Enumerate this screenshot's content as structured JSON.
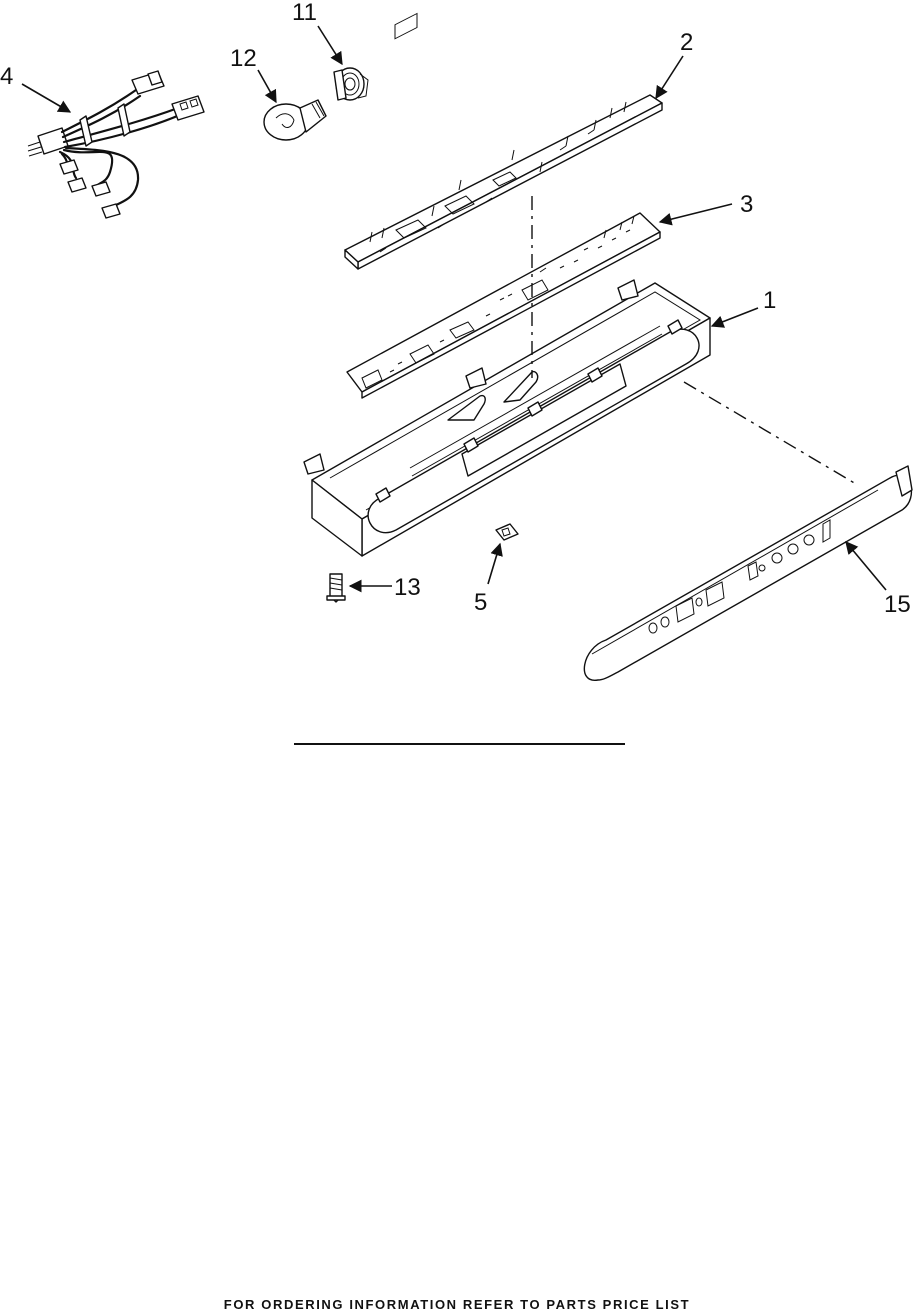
{
  "callouts": {
    "c1": "1",
    "c2": "2",
    "c3": "3",
    "c4": "4",
    "c5": "5",
    "c11": "11",
    "c12": "12",
    "c13": "13",
    "c15": "15"
  },
  "footer": {
    "text": "FOR ORDERING INFORMATION REFER TO PARTS PRICE LIST"
  }
}
